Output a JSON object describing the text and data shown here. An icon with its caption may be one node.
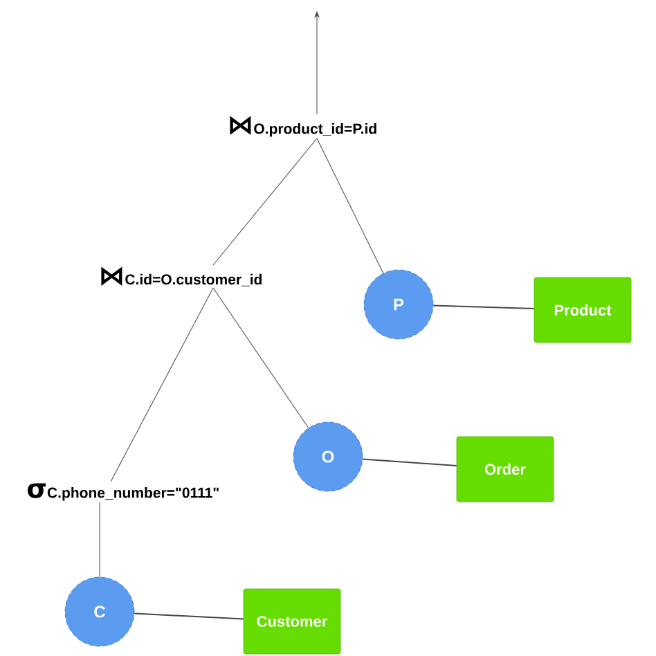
{
  "diagram": {
    "nodes": [
      {
        "text": [
          "⋈",
          "O.product_id=P.id"
        ]
      },
      {
        "text": [
          "⋈",
          "C.id=O.customer_id"
        ]
      },
      {
        "text": [
          "P"
        ]
      },
      {
        "text": [
          "Product"
        ]
      },
      {
        "text": [
          "O"
        ]
      },
      {
        "text": [
          "Order"
        ]
      },
      {
        "text": [
          "σ",
          "C.phone_number=\"0111\""
        ]
      },
      {
        "text": [
          "C"
        ]
      },
      {
        "text": [
          "Customer"
        ]
      }
    ],
    "edges": [
      {
        "from": 0,
        "to": null,
        "arrow": "to"
      },
      {
        "from": 0,
        "to": 1,
        "arrow": "none"
      },
      {
        "from": 0,
        "to": 2,
        "arrow": "none"
      },
      {
        "from": 1,
        "to": 6,
        "arrow": "none"
      },
      {
        "from": 1,
        "to": 4,
        "arrow": "none"
      },
      {
        "from": 6,
        "to": 7,
        "arrow": "none"
      },
      {
        "from": 2,
        "to": 3,
        "arrow": "none"
      },
      {
        "from": 4,
        "to": 5,
        "arrow": "none"
      },
      {
        "from": 7,
        "to": 8,
        "arrow": "none"
      }
    ]
  }
}
